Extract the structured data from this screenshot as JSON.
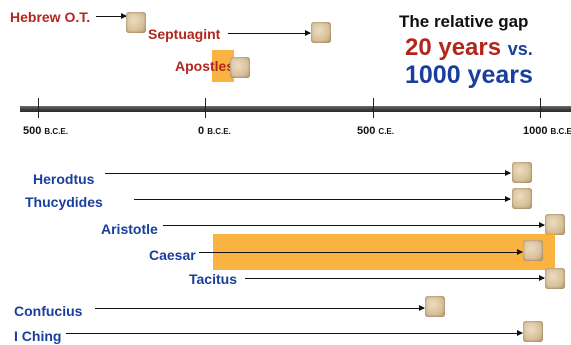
{
  "top_labels": {
    "hebrew": "Hebrew O.T.",
    "septuagint": "Septuagint",
    "apostles": "Apostles"
  },
  "gap": {
    "title": "The relative gap",
    "years_short": "20 years",
    "vs": "vs.",
    "years_long": "1000 years"
  },
  "axis": {
    "ticks": [
      {
        "main": "500",
        "unit": "B.C.E."
      },
      {
        "main": "0",
        "unit": "B.C.E."
      },
      {
        "main": "500",
        "unit": "C.E."
      },
      {
        "main": "1000",
        "unit": "B.C.E."
      }
    ]
  },
  "bottom_labels": {
    "herodtus": "Herodtus",
    "thucydides": "Thucydides",
    "aristotle": "Aristotle",
    "caesar": "Caesar",
    "tacitus": "Tacitus",
    "confucius": "Confucius",
    "iching": "I Ching"
  },
  "colors": {
    "red": "#b3261e",
    "blue": "#1a3e9c",
    "highlight": "#f9a825",
    "axis": "#3c3c3c"
  }
}
